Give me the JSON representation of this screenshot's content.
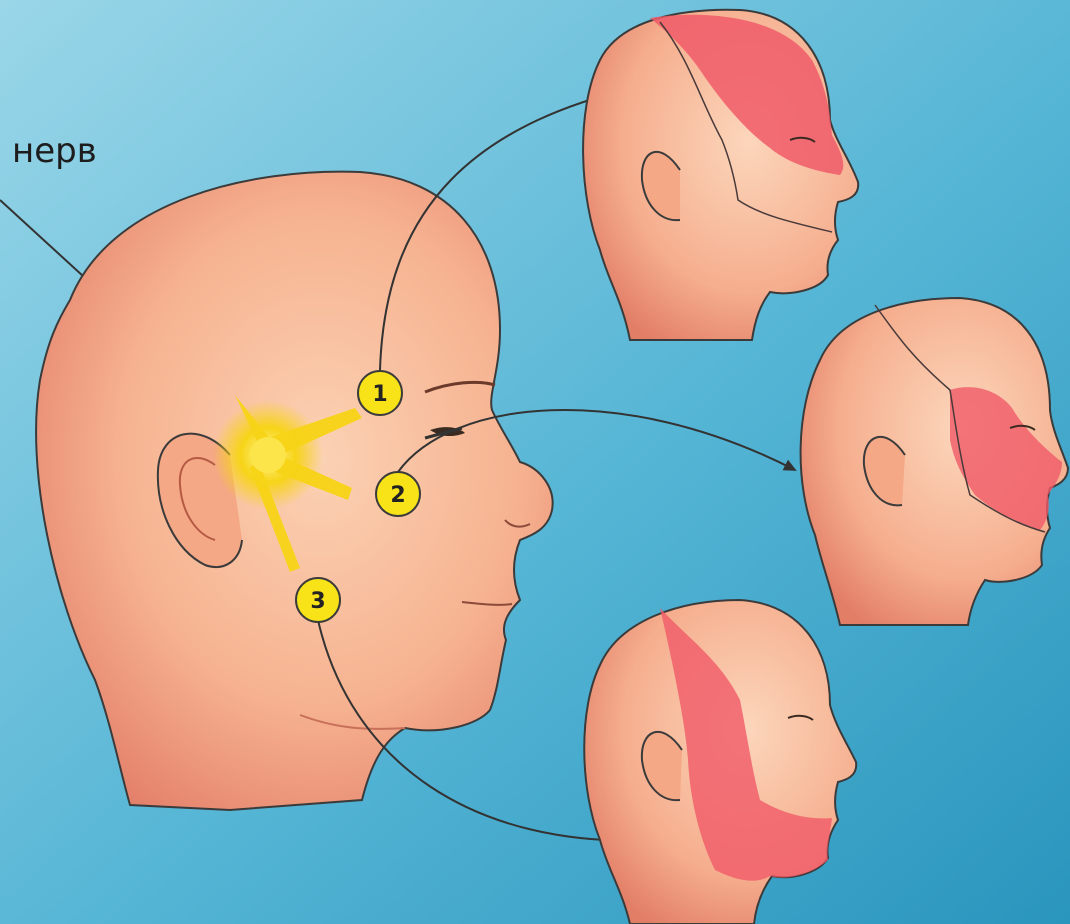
{
  "diagram": {
    "nerve_label": "нерв",
    "branches": [
      {
        "number": "1"
      },
      {
        "number": "2"
      },
      {
        "number": "3"
      }
    ]
  },
  "colors": {
    "background_light": "#8fd0e3",
    "background_dark": "#2f9ac0",
    "skin": "#f5b08c",
    "skin_shadow": "#e07860",
    "affected_zone": "#f05060",
    "nerve_ganglion": "#f7d417",
    "badge": "#f7e318",
    "outline": "#3b3b3b"
  }
}
